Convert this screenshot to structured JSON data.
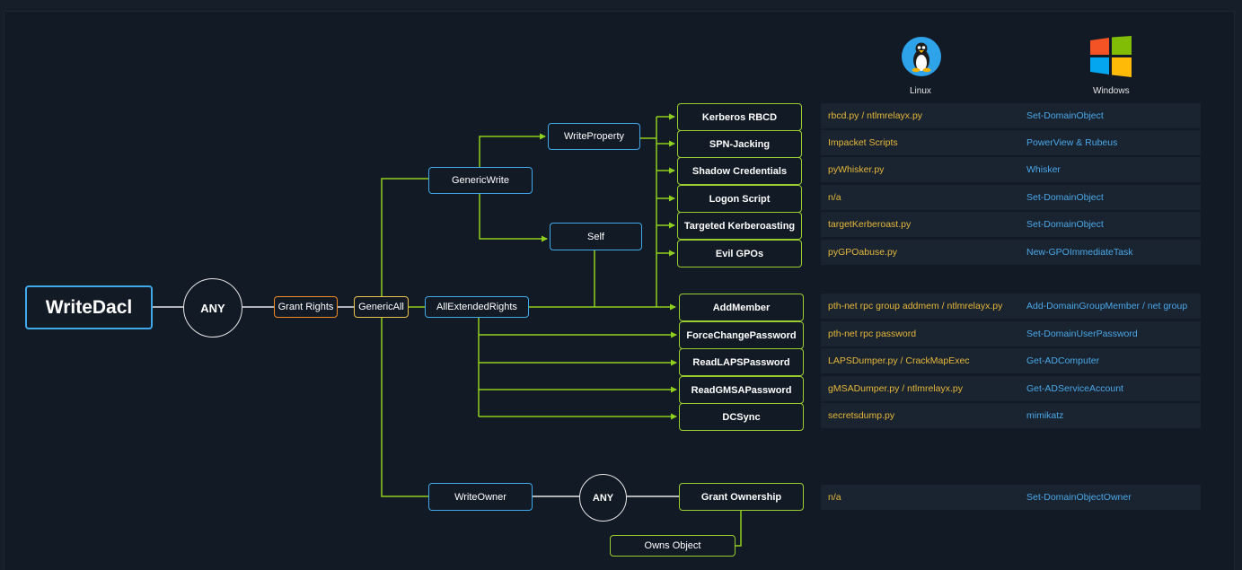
{
  "root": {
    "label": "WriteDacl"
  },
  "any1": {
    "label": "ANY"
  },
  "grant_rights": {
    "label": "Grant Rights"
  },
  "generic_all": {
    "label": "GenericAll"
  },
  "generic_write": {
    "label": "GenericWrite"
  },
  "write_property": {
    "label": "WriteProperty"
  },
  "self": {
    "label": "Self"
  },
  "all_extended_rights": {
    "label": "AllExtendedRights"
  },
  "write_owner": {
    "label": "WriteOwner"
  },
  "any2": {
    "label": "ANY"
  },
  "grant_ownership": {
    "label": "Grant Ownership"
  },
  "owns_object": {
    "label": "Owns Object"
  },
  "os": {
    "linux": "Linux",
    "windows": "Windows"
  },
  "attacks": [
    {
      "label": "Kerberos RBCD",
      "linux": "rbcd.py / ntlmrelayx.py",
      "windows": "Set-DomainObject"
    },
    {
      "label": "SPN-Jacking",
      "linux": "Impacket Scripts",
      "windows": "PowerView & Rubeus"
    },
    {
      "label": "Shadow Credentials",
      "linux": "pyWhisker.py",
      "windows": "Whisker"
    },
    {
      "label": "Logon Script",
      "linux": "n/a",
      "windows": "Set-DomainObject"
    },
    {
      "label": "Targeted Kerberoasting",
      "linux": "targetKerberoast.py",
      "windows": "Set-DomainObject"
    },
    {
      "label": "Evil GPOs",
      "linux": "pyGPOabuse.py",
      "windows": "New-GPOImmediateTask"
    },
    {
      "label": "AddMember",
      "linux": "pth-net rpc group addmem / ntlmrelayx.py",
      "windows": "Add-DomainGroupMember / net group"
    },
    {
      "label": "ForceChangePassword",
      "linux": "pth-net rpc password",
      "windows": "Set-DomainUserPassword"
    },
    {
      "label": "ReadLAPSPassword",
      "linux": "LAPSDumper.py / CrackMapExec",
      "windows": "Get-ADComputer"
    },
    {
      "label": "ReadGMSAPassword",
      "linux": "gMSADumper.py / ntlmrelayx.py",
      "windows": "Get-ADServiceAccount"
    },
    {
      "label": "DCSync",
      "linux": "secretsdump.py",
      "windows": "mimikatz"
    }
  ],
  "ownership_tools": {
    "linux": "n/a",
    "windows": "Set-DomainObjectOwner"
  },
  "colors": {
    "background": "#121a26",
    "blue_border": "#41a9ea",
    "green_border": "#9acd32",
    "orange_border": "#f08a24",
    "yellow_border": "#eac34a",
    "linux_text": "#e5b83a",
    "windows_text": "#4aa8e8"
  },
  "icons": {
    "linux": "tux-penguin-icon",
    "windows": "windows-logo-icon"
  }
}
